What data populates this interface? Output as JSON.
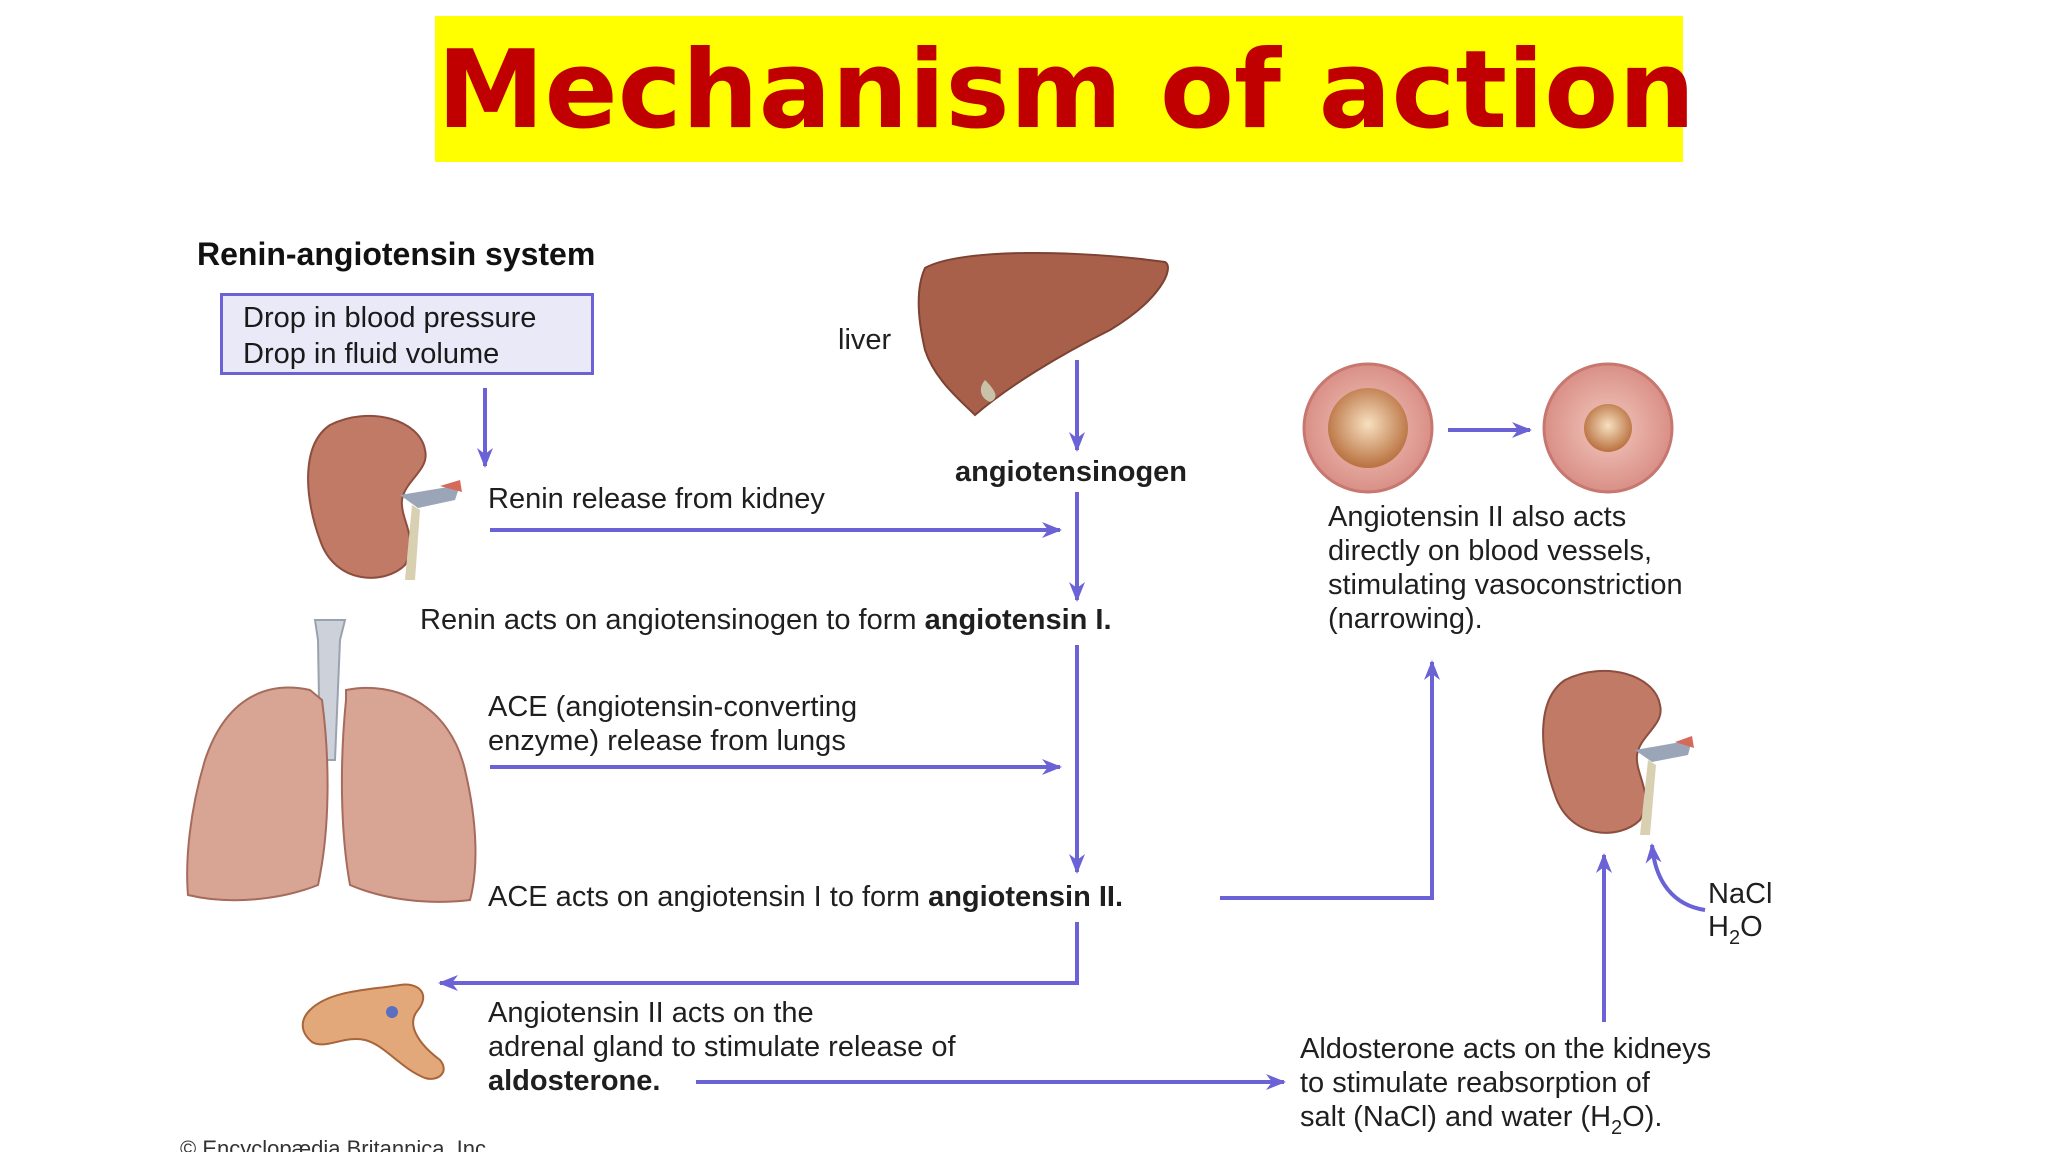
{
  "title": "Mechanism of action",
  "diagram": {
    "heading": "Renin-angiotensin system",
    "trigger": {
      "line1": "Drop in blood pressure",
      "line2": "Drop in fluid volume"
    },
    "liver_label": "liver",
    "angiotensinogen_label": "angiotensinogen",
    "renin_release": "Renin release from kidney",
    "renin_acts_prefix": "Renin acts on angiotensinogen to form ",
    "renin_acts_bold": "angiotensin I.",
    "ace_release_line1": "ACE (angiotensin-converting",
    "ace_release_line2": "enzyme) release from lungs",
    "ace_acts_prefix": "ACE acts on angiotensin I to form ",
    "ace_acts_bold": "angiotensin II.",
    "vessels_line1": "Angiotensin II also acts",
    "vessels_line2": "directly on blood vessels,",
    "vessels_line3": "stimulating vasoconstriction",
    "vessels_line4": "(narrowing).",
    "adrenal_line1": "Angiotensin II acts on the",
    "adrenal_line2": "adrenal gland to stimulate release of",
    "adrenal_line3": "aldosterone.",
    "aldo_line1": "Aldosterone acts on the kidneys",
    "aldo_line2": "to stimulate reabsorption of",
    "aldo_line3_prefix": "salt (NaCl) and water (H",
    "aldo_line3_sub": "2",
    "aldo_line3_suffix": "O).",
    "nacl_label": "NaCl",
    "h2o_prefix": "H",
    "h2o_sub": "2",
    "h2o_suffix": "O",
    "copyright": "© Encyclopædia Britannica, Inc."
  },
  "colors": {
    "banner": "#ffff00",
    "title": "#c00000",
    "arrow": "#6b62d6",
    "organ": "#c98a78"
  }
}
